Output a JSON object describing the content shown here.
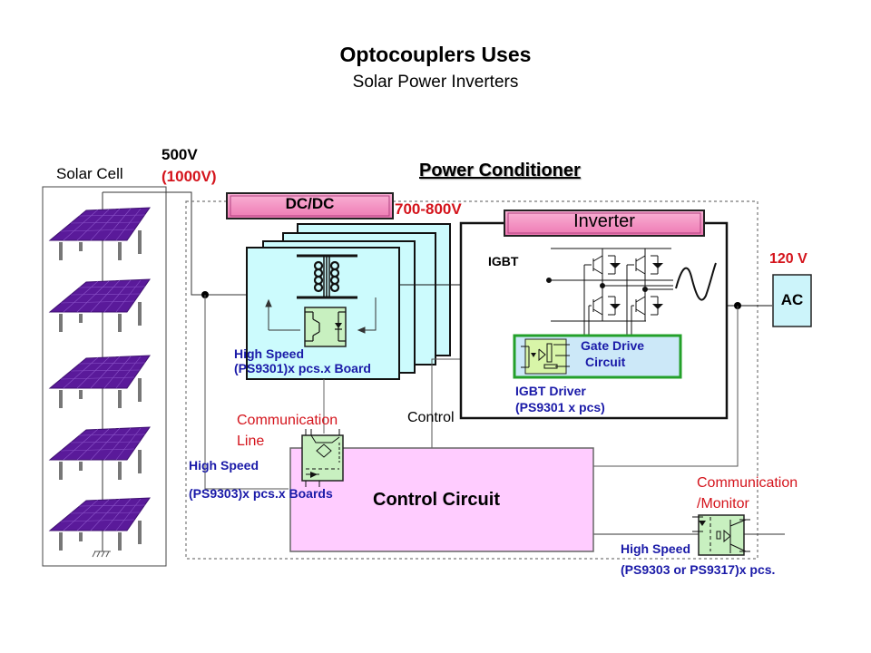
{
  "header": {
    "title": "Optocouplers Uses",
    "subtitle": "Solar Power Inverters"
  },
  "solar": {
    "label": "Solar Cell",
    "voltage": "500V",
    "voltage_max": "(1000V)",
    "panel_count": 5
  },
  "power_conditioner": {
    "label": "Power Conditioner"
  },
  "dcdc": {
    "label": "DC/DC",
    "output_voltage": "700-800V",
    "board_count_shown": 4,
    "optocoupler_label_line1": "High Speed",
    "optocoupler_label_line2": "(PS9301)x  pcs.x  Board"
  },
  "inverter": {
    "label": "Inverter",
    "igbt_label": "IGBT",
    "gate_drive_line1": "Gate Drive",
    "gate_drive_line2": "Circuit",
    "driver_label_line1": "IGBT Driver",
    "driver_label_line2": "(PS9301 x  pcs)"
  },
  "output": {
    "voltage": "120 V",
    "label": "AC"
  },
  "control": {
    "wire_label": "Control",
    "block_label": "Control Circuit"
  },
  "comm_line": {
    "label_line1": "Communication",
    "label_line2": "Line",
    "speed_label": "High Speed",
    "part_label": "(PS9303)x  pcs.x  Boards"
  },
  "comm_monitor": {
    "label_line1": "Communication",
    "label_line2": "/Monitor",
    "speed_label": "High Speed",
    "part_label": "(PS9303 or PS9317)x  pcs."
  },
  "colors": {
    "panel_purple": "#5a1a9a",
    "pink_header": "#f07ab4",
    "board_cyan": "#ccfbfd",
    "control_pink": "#ffccff",
    "opto_green": "#c8f0c0",
    "gate_box_blue": "#cce8f8",
    "gate_border_green": "#23a02a",
    "red_text": "#d4141c",
    "blue_text": "#1a1aa8"
  }
}
